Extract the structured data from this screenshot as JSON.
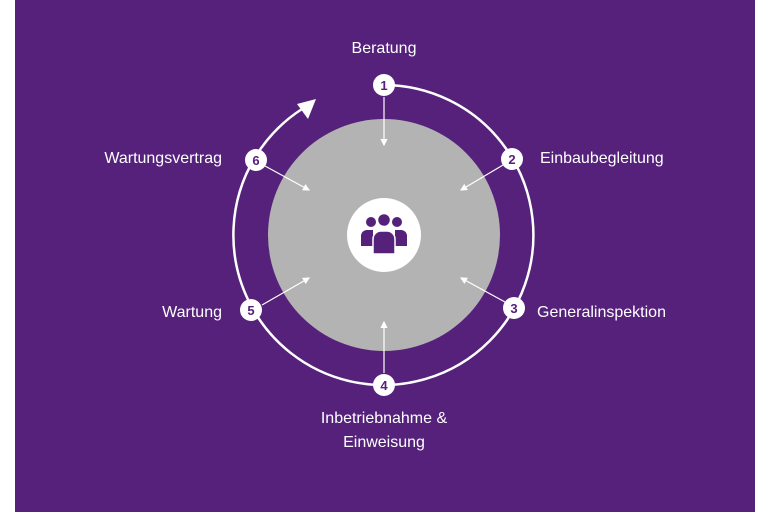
{
  "diagram": {
    "center_icon": "people-group-icon",
    "colors": {
      "background": "#55217b",
      "core": "#b3b3b3",
      "ring": "#ffffff"
    },
    "steps": [
      {
        "number": "1",
        "label": "Beratung"
      },
      {
        "number": "2",
        "label": "Einbaubegleitung"
      },
      {
        "number": "3",
        "label": "Generalinspektion"
      },
      {
        "number": "4",
        "label": "Inbetriebnahme &",
        "label2": "Einweisung"
      },
      {
        "number": "5",
        "label": "Wartung"
      },
      {
        "number": "6",
        "label": "Wartungsvertrag"
      }
    ]
  }
}
